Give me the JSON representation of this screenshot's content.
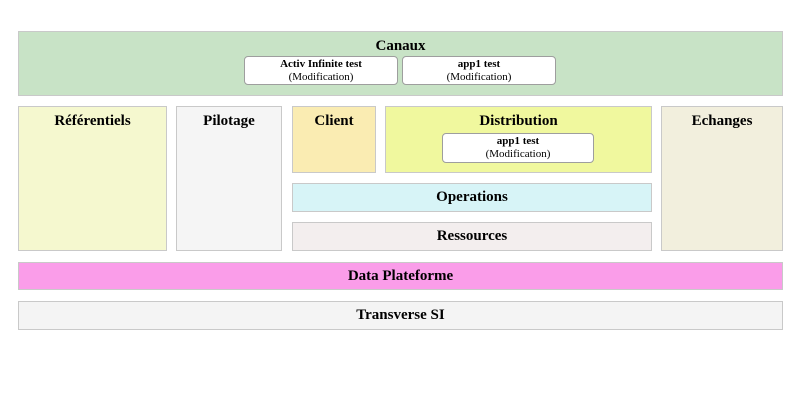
{
  "colors": {
    "canaux_bg": "#c8e3c6",
    "referentiels_bg": "#f5f8cf",
    "pilotage_bg": "#f5f5f5",
    "client_bg": "#faecb2",
    "distribution_bg": "#f0f89e",
    "echanges_bg": "#f2efdd",
    "operations_bg": "#d7f4f7",
    "ressources_bg": "#f3eeee",
    "data_plateforme_bg": "#fa9de9",
    "transverse_si_bg": "#f4f4f4",
    "zone_border": "#c9c9c9",
    "card_bg": "#ffffff",
    "card_border": "#9e9e9e",
    "text": "#000000"
  },
  "canaux": {
    "title": "Canaux",
    "apps": [
      {
        "name": "Activ Infinite test",
        "status": "(Modification)"
      },
      {
        "name": "app1 test",
        "status": "(Modification)"
      }
    ]
  },
  "referentiels": {
    "title": "Référentiels"
  },
  "pilotage": {
    "title": "Pilotage"
  },
  "client": {
    "title": "Client"
  },
  "distribution": {
    "title": "Distribution",
    "apps": [
      {
        "name": "app1 test",
        "status": "(Modification)"
      }
    ]
  },
  "echanges": {
    "title": "Echanges"
  },
  "operations": {
    "title": "Operations"
  },
  "ressources": {
    "title": "Ressources"
  },
  "data_plateforme": {
    "title": "Data Plateforme"
  },
  "transverse_si": {
    "title": "Transverse SI"
  }
}
